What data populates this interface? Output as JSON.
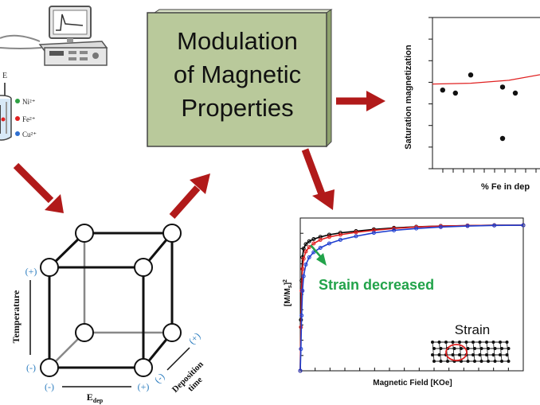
{
  "center_box": {
    "lines": [
      "Modulation",
      "of Magnetic",
      "Properties"
    ],
    "fill": "#b9c99b"
  },
  "setup": {
    "electrode_label": "E",
    "ions": [
      {
        "label": "Ni²⁺",
        "color": "#2ea043"
      },
      {
        "label": "Fe²⁺",
        "color": "#e02020"
      },
      {
        "label": "Cu²⁺",
        "color": "#2f6fd0"
      }
    ]
  },
  "cube": {
    "axis_temperature": "Temperature",
    "axis_edep": "E",
    "axis_edep_sub": "dep",
    "axis_deposition_time": "Deposition time",
    "signs": {
      "temp_plus": "(+)",
      "temp_minus": "(-)",
      "edep_minus": "(-)",
      "edep_plus": "(+)",
      "time_plus": "(+)",
      "time_minus": "(-)"
    },
    "sign_color": "#2f7fc0"
  },
  "scatter": {
    "ylabel": "Saturation magnetization",
    "xlabel": "% Fe in dep"
  },
  "curve_chart": {
    "ylabel": "[M/M",
    "ylabel_sub": "s",
    "ylabel_tail": "]",
    "ylabel_sup": "2",
    "xlabel": "Magnetic Field [KOe]",
    "annotation": "Strain decreased",
    "annotation_color": "#22a34a",
    "inset_label": "Strain"
  },
  "chart_data": [
    {
      "type": "scatter",
      "xlabel": "% Fe in dep",
      "ylabel": "Saturation magnetization",
      "points": [
        [
          0.8,
          5.2
        ],
        [
          1.8,
          5.0
        ],
        [
          3.0,
          6.2
        ],
        [
          5.5,
          5.4
        ],
        [
          6.5,
          5.0
        ],
        [
          5.5,
          2.0
        ]
      ],
      "fit_line": [
        [
          0.0,
          5.6
        ],
        [
          3.0,
          5.65
        ],
        [
          6.0,
          5.85
        ],
        [
          9.0,
          6.3
        ],
        [
          10.0,
          6.5
        ]
      ],
      "fit_color": "#e02020",
      "xlim": [
        0,
        10
      ],
      "ylim": [
        0,
        10
      ]
    },
    {
      "type": "line",
      "xlabel": "Magnetic Field [KOe]",
      "ylabel": "[M/Ms]2",
      "xlim": [
        0,
        10
      ],
      "ylim": [
        0,
        1.05
      ],
      "series": [
        {
          "color": "#000000",
          "marker": "circle",
          "x": [
            0,
            0.03,
            0.06,
            0.1,
            0.15,
            0.25,
            0.4,
            0.6,
            0.9,
            1.3,
            1.8,
            2.5,
            3.3,
            4.2,
            5.2,
            6.3,
            7.5,
            8.7,
            10
          ],
          "y": [
            0,
            0.35,
            0.62,
            0.78,
            0.84,
            0.87,
            0.89,
            0.905,
            0.92,
            0.935,
            0.948,
            0.96,
            0.972,
            0.982,
            0.99,
            0.995,
            0.998,
            1.0,
            1.0
          ]
        },
        {
          "color": "#e02020",
          "marker": "circle",
          "x": [
            0,
            0.03,
            0.06,
            0.1,
            0.15,
            0.25,
            0.4,
            0.6,
            0.9,
            1.3,
            1.8,
            2.5,
            3.3,
            4.2,
            5.2,
            6.3,
            7.5,
            8.7,
            10
          ],
          "y": [
            0,
            0.3,
            0.55,
            0.7,
            0.77,
            0.82,
            0.85,
            0.875,
            0.9,
            0.92,
            0.935,
            0.952,
            0.966,
            0.978,
            0.988,
            0.994,
            0.998,
            1.0,
            1.0
          ]
        },
        {
          "color": "#1f3fd0",
          "marker": "circle",
          "x": [
            0,
            0.03,
            0.06,
            0.1,
            0.15,
            0.25,
            0.4,
            0.6,
            0.9,
            1.3,
            1.8,
            2.5,
            3.3,
            4.2,
            5.2,
            6.3,
            7.5,
            8.7,
            10
          ],
          "y": [
            0,
            0.15,
            0.38,
            0.55,
            0.65,
            0.73,
            0.78,
            0.815,
            0.845,
            0.875,
            0.9,
            0.925,
            0.948,
            0.965,
            0.978,
            0.988,
            0.995,
            0.999,
            1.0
          ]
        }
      ]
    }
  ]
}
